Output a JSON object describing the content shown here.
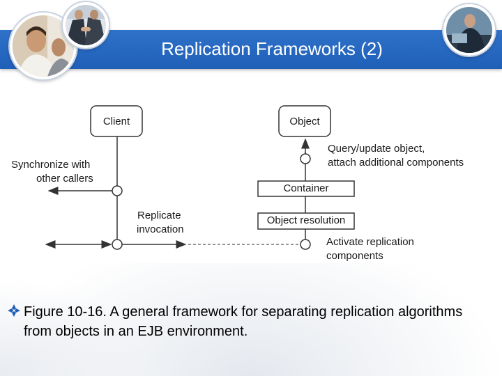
{
  "slide": {
    "title": "Replication Frameworks (2)",
    "caption": "Figure 10-16. A general framework for separating replication algorithms from objects in an EJB environment.",
    "bullet_icon": "diamond-bullet-icon"
  },
  "diagram": {
    "client_label": "Client",
    "object_label": "Object",
    "container_label": "Container",
    "object_resolution_label": "Object resolution",
    "query_line1": "Query/update object,",
    "query_line2": "attach additional components",
    "sync_line1": "Synchronize with",
    "sync_line2": "other callers",
    "replicate_line1": "Replicate",
    "replicate_line2": "invocation",
    "activate_line1": "Activate replication",
    "activate_line2": "components"
  },
  "colors": {
    "title_band": "#2f72c9",
    "title_text": "#ffffff",
    "diagram_stroke": "#333333"
  }
}
